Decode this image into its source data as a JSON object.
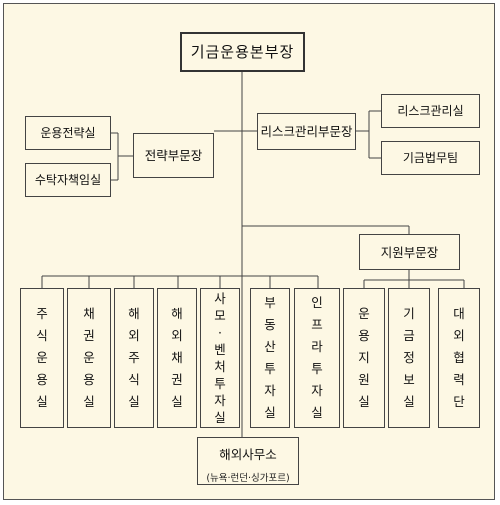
{
  "org_chart": {
    "top": "기금운용본부장",
    "strategy": {
      "head": "전략부문장",
      "units": [
        "운용전략실",
        "수탁자책임실"
      ]
    },
    "risk": {
      "head": "리스크관리부문장",
      "units": [
        "리스크관리실",
        "기금법무팀"
      ]
    },
    "support": {
      "head": "지원부문장",
      "units": [
        "운용지원실",
        "기금정보실",
        "대외협력단"
      ]
    },
    "investment_units": [
      "주식운용실",
      "채권운용실",
      "해외주식실",
      "해외채권실",
      "사모·벤처투자실",
      "부동산투자실",
      "인프라투자실"
    ],
    "overseas_office": {
      "name": "해외사무소",
      "locations": "(뉴욕·런던·싱가포르)"
    }
  }
}
